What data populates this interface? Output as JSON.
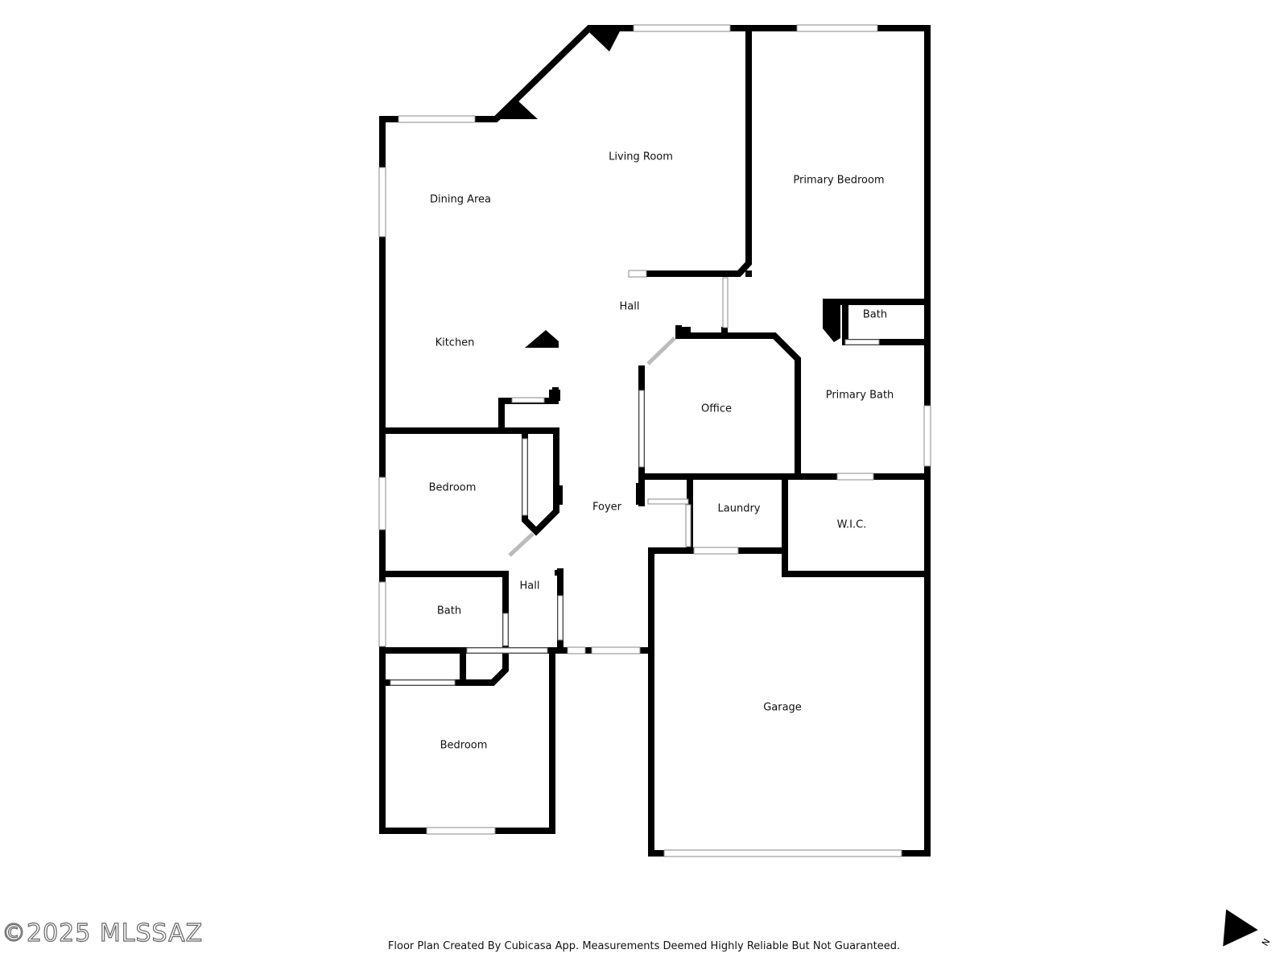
{
  "rooms": {
    "living_room": "Living Room",
    "dining_area": "Dining Area",
    "primary_bedroom": "Primary Bedroom",
    "hall_top": "Hall",
    "kitchen": "Kitchen",
    "primary_bath_small": "Bath",
    "office": "Office",
    "primary_bath": "Primary Bath",
    "bedroom_upper": "Bedroom",
    "foyer": "Foyer",
    "laundry": "Laundry",
    "wic": "W.I.C.",
    "hall_lower": "Hall",
    "bath": "Bath",
    "garage": "Garage",
    "bedroom_lower": "Bedroom"
  },
  "watermark": "©2025 MLSSAZ",
  "disclaimer": "Floor Plan Created By Cubicasa App. Measurements Deemed Highly Reliable But Not Guaranteed.",
  "compass": {
    "label": "N",
    "icon": "north-arrow-icon"
  }
}
